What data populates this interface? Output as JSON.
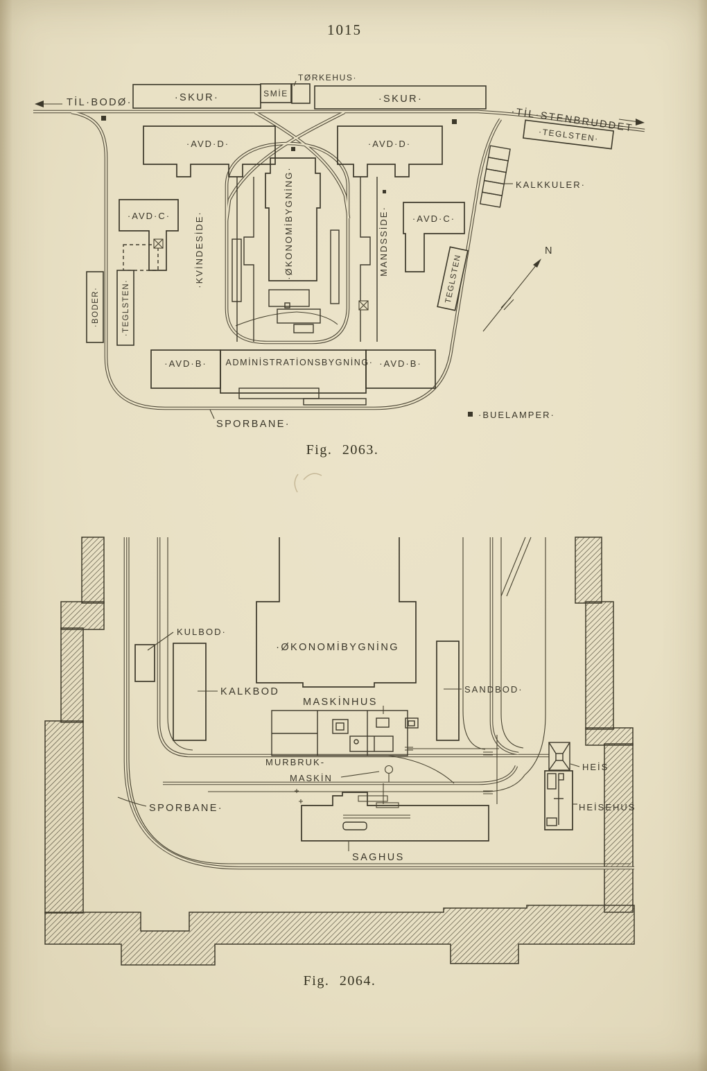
{
  "page": {
    "number": "1015"
  },
  "colors": {
    "paper": "#e8e0c4",
    "ink": "#3c382a"
  },
  "fig2063": {
    "caption": "Fig. 2063.",
    "labels": {
      "til_bodo": "TİL·BODØ·",
      "skur_left": "·SKUR·",
      "smie": "SMİE",
      "torkehus": "TØRKEHUS·",
      "skur_right": "·SKUR·",
      "til_stenbruddet": "·TİL·STENBRUDDET",
      "teglsten_top": "·TEGLSTEN·",
      "avd_d_left": "·AVD·D·",
      "avd_d_right": "·AVD·D·",
      "avd_c_left": "·AVD·C·",
      "avd_c_right": "·AVD·C·",
      "kvindeside": "·KVİNDESİDE·",
      "okonomibygning": "·ØKONOMİBYGNİNG·",
      "mandsside": "MANDSSİDE·",
      "kalkkuler": "KALKKULER·",
      "boder": "·BODER·",
      "teglsten_left": "·TEGLSTEN·",
      "teglsten_right": "TEGLSTEN",
      "compass_n": "N",
      "avd_b_left": "·AVD·B·",
      "administrationsbygning": "ADMİNİSTRATİONSBYGNİNG·",
      "avd_b_right": "·AVD·B·",
      "sporbane": "SPORBANE·",
      "buelamper": "·BUELAMPER·"
    }
  },
  "fig2064": {
    "caption": "Fig. 2064.",
    "labels": {
      "kulbod": "KULBOD·",
      "okonomibygning": "·ØKONOMİBYGNİNG",
      "kalkbod": "KALKBOD",
      "maskinhus": "MASKİNHUS",
      "sandbod": "SANDBOD·",
      "murbruk": "MURBRUK-",
      "maskin": "MASKİN",
      "heis": "HEİS",
      "heisehus": "HEİSEHUS",
      "sporbane": "SPORBANE·",
      "saghus": "SAGHUS"
    }
  }
}
